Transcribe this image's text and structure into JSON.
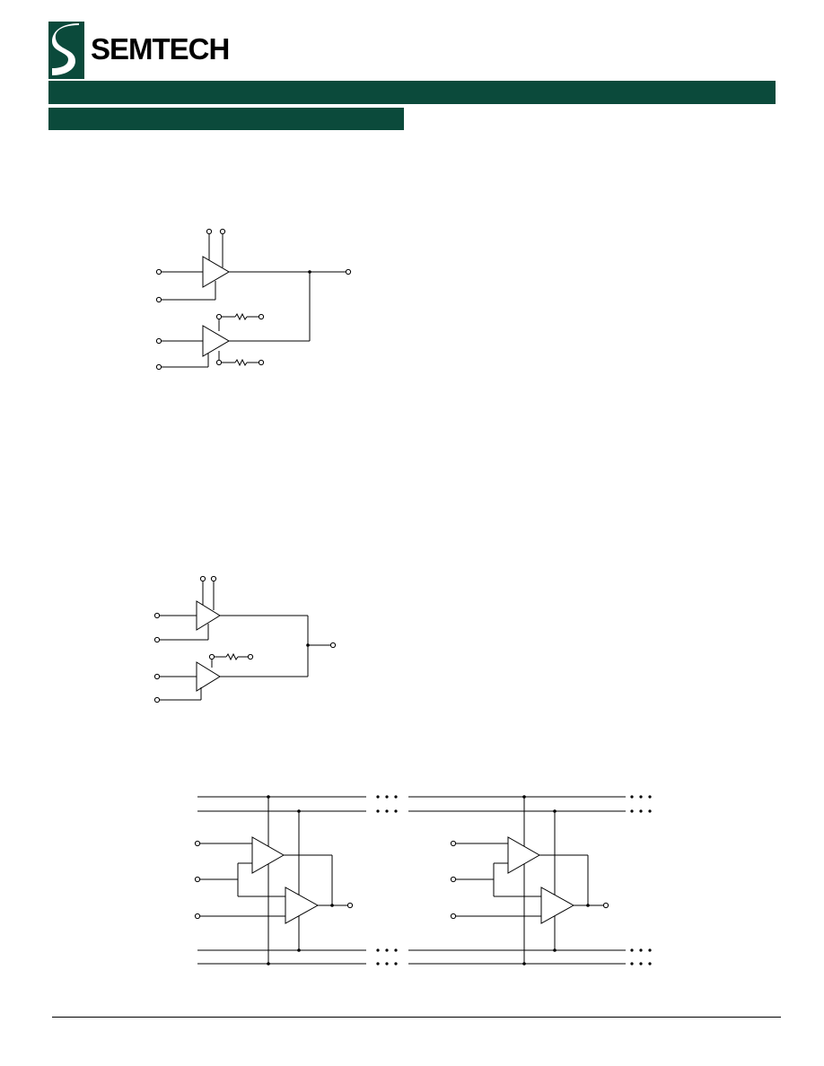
{
  "header": {
    "brand": "SEMTECH",
    "brand_color": "#0b4a3b",
    "logo_icon": "semtech-s-logo-icon"
  },
  "figures": [
    {
      "name": "wired-or-with-pullups",
      "components": [
        "comparator",
        "comparator",
        "resistor",
        "resistor"
      ]
    },
    {
      "name": "wired-or-single-pullup",
      "components": [
        "comparator",
        "comparator",
        "resistor"
      ]
    },
    {
      "name": "comparator-bus-array",
      "components": [
        "comparator",
        "comparator",
        "comparator",
        "comparator"
      ],
      "continuation_marks": "• • •"
    }
  ]
}
